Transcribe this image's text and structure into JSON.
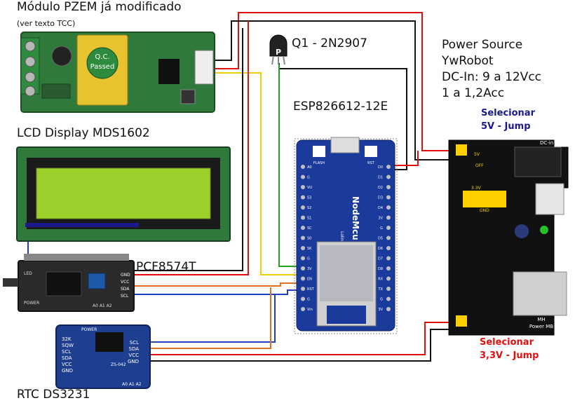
{
  "labels": {
    "pzem_title": "Módulo PZEM já modificado",
    "pzem_note": "(ver texto TCC)",
    "q1": "Q1 - 2N2907",
    "esp": "ESP826612-12E",
    "lcd": "LCD Display MDS1602",
    "pcf": "PCF8574T",
    "rtc": "RTC DS3231",
    "power_lines": [
      "Power Source",
      "YwRobot",
      "DC-In: 9 a 12Vcc",
      "1 a 1,2Acc"
    ],
    "sel5v": [
      "Selecionar",
      "5V - Jump"
    ],
    "sel33v": [
      "Selecionar",
      "3,3V - Jump"
    ]
  },
  "board_text": {
    "qc": [
      "Q.C.",
      "Passed"
    ],
    "transistor_letter": "P",
    "nodemcu": "NodeMcu V3",
    "lolin": "Lolin",
    "flash": "FLASH",
    "rst": "RST",
    "rtc_pins_left": [
      "32K",
      "SQW",
      "SCL",
      "SDA",
      "VCC",
      "GND"
    ],
    "rtc_pins_right": [
      "SCL",
      "SDA",
      "VCC",
      "GND"
    ],
    "rtc_power": "POWER",
    "rtc_chip": "ZS-042",
    "rtc_addr": "A0 A1 A2",
    "pcf_pins": [
      "GND",
      "VCC",
      "SDA",
      "SCL"
    ],
    "pcf_led": "LED",
    "pcf_power": "POWER",
    "pcf_addr": "A0 A1 A2",
    "mb_dcin": "DC-in",
    "mb_5v": "5V",
    "mb_off": "OFF",
    "mb_33v": "3.3V",
    "mb_gnd": "GND",
    "mb_name": "MH",
    "mb_sub": "Power MB",
    "esp_left_pins": [
      "A0",
      "G",
      "VU",
      "S3",
      "S2",
      "S1",
      "SC",
      "S0",
      "SK",
      "G",
      "3V",
      "EN",
      "RST",
      "G",
      "Vin"
    ],
    "esp_right_pins": [
      "D0",
      "D1",
      "D2",
      "D3",
      "D4",
      "3V",
      "G",
      "D5",
      "D6",
      "D7",
      "D8",
      "RX",
      "TX",
      "G",
      "3V"
    ]
  },
  "colors": {
    "pcb_green": "#2f7a3a",
    "lcd_screen": "#9ccf2b",
    "nodemcu_blue": "#1a3a9c",
    "wire_red": "#e01010",
    "wire_black": "#111111",
    "wire_blue": "#2040c0",
    "wire_yellow": "#f0d000",
    "wire_green": "#20a020",
    "wire_orange": "#e07020",
    "label_blue": "#1a1a8c",
    "label_red": "#e01010"
  }
}
